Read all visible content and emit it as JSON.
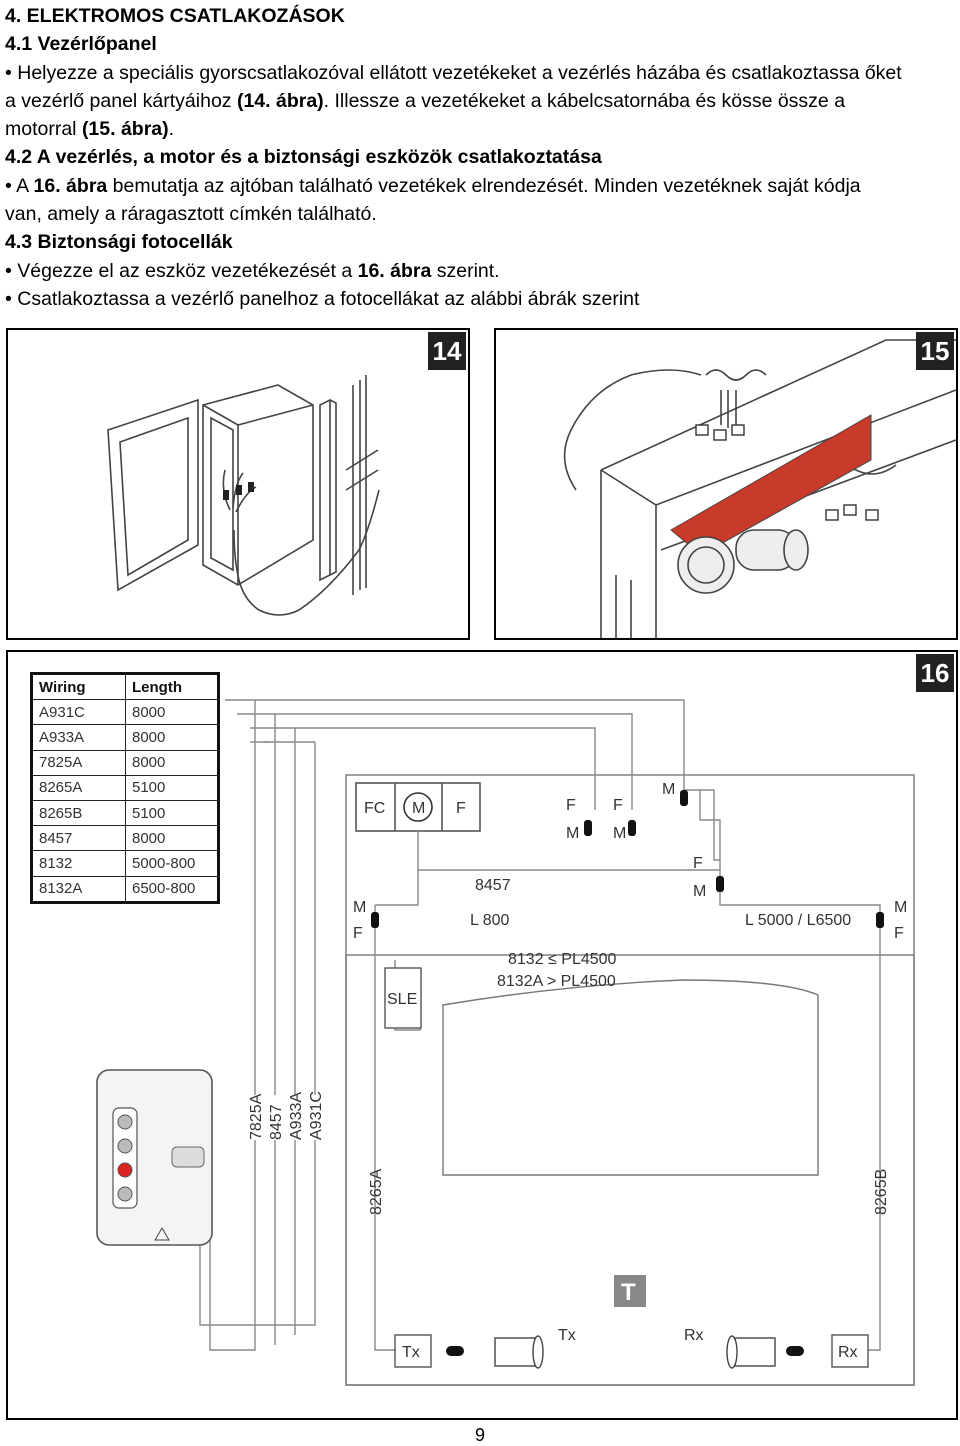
{
  "section_title": "4. ELEKTROMOS CSATLAKOZÁSOK",
  "s41": {
    "heading": "4.1 Vezérlőpanel",
    "line1": "• Helyezze a speciális gyorscsatlakozóval ellátott vezetékeket a vezérlés házába és csatlakoztassa őket",
    "line2_a": "a vezérlő panel kártyáihoz ",
    "line2_b": "(14. ábra)",
    "line2_c": ". Illessze a vezetékeket a kábelcsatornába és kösse össze a",
    "line3_a": "motorral ",
    "line3_b": "(15. ábra)",
    "line3_c": "."
  },
  "s42": {
    "heading": "4.2 A vezérlés, a motor és a biztonsági eszközök csatlakoztatása",
    "line1_a": "• A ",
    "line1_b": "16. ábra",
    "line1_c": " bemutatja az ajtóban található vezetékek elrendezését. Minden vezetéknek saját kódja",
    "line2": "van, amely a ráragasztott címkén található."
  },
  "s43": {
    "heading": "4.3 Biztonsági fotocellák",
    "line1_a": "• Végezze el az eszköz vezetékezését a ",
    "line1_b": "16. ábra",
    "line1_c": " szerint.",
    "line2": "• Csatlakoztassa a vezérlő panelhoz a fotocellákat az alábbi ábrák szerint"
  },
  "figures": {
    "fig14": "14",
    "fig15": "15",
    "fig16": "16"
  },
  "wiring_table": {
    "headers": [
      "Wiring",
      "Length"
    ],
    "rows": [
      [
        "A931C",
        "8000"
      ],
      [
        "A933A",
        "8000"
      ],
      [
        "7825A",
        "8000"
      ],
      [
        "8265A",
        "5100"
      ],
      [
        "8265B",
        "5100"
      ],
      [
        "8457",
        "8000"
      ],
      [
        "8132",
        "5000-800"
      ],
      [
        "8132A",
        "6500-800"
      ]
    ]
  },
  "diagram16": {
    "fc": "FC",
    "m": "M",
    "f": "F",
    "code_8457": "8457",
    "l800": "L 800",
    "l5000": "L 5000 / L6500",
    "pl1": "8132 ≤ PL4500",
    "pl2": "8132A > PL4500",
    "sle": "SLE",
    "codes_vertical": [
      "7825A",
      "8457",
      "A933A",
      "A931C"
    ],
    "code_8265a": "8265A",
    "code_8265b": "8265B",
    "t": "T",
    "tx": "Tx",
    "rx": "Rx"
  },
  "page_number": "9"
}
